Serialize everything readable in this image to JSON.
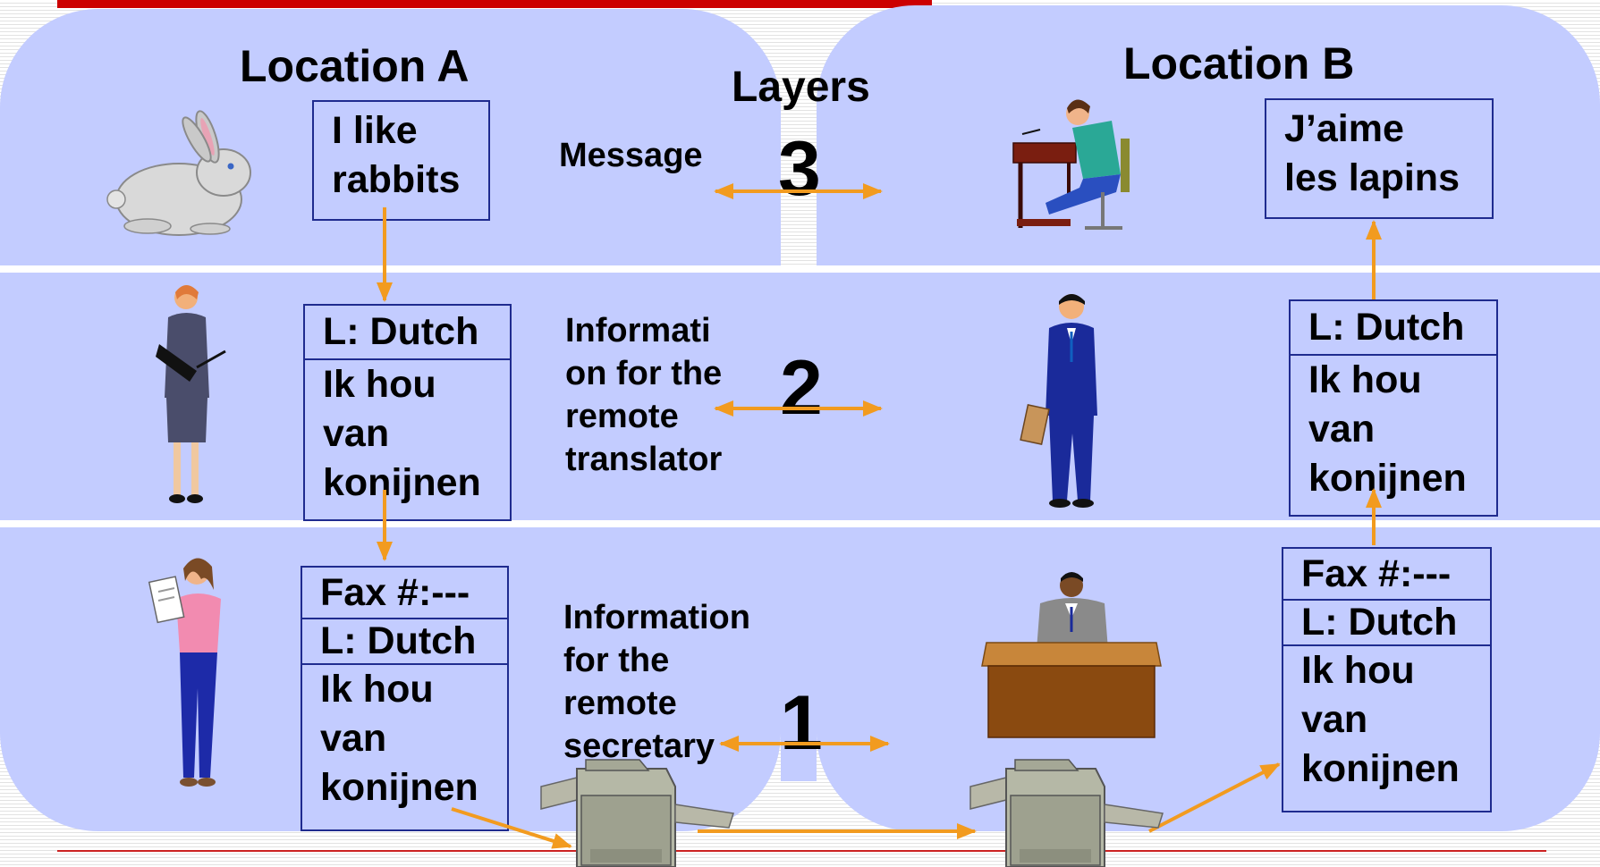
{
  "title_layers": "Layers",
  "location_a": {
    "title": "Location A",
    "message": [
      "I like",
      "rabbits"
    ],
    "translator_box": {
      "header": "L: Dutch",
      "lines": [
        "Ik hou",
        "van",
        "konijnen"
      ]
    },
    "fax_box": {
      "headers": [
        "Fax #:---",
        "L: Dutch"
      ],
      "lines": [
        "Ik hou",
        "van",
        "konijnen"
      ]
    }
  },
  "location_b": {
    "title": "Location B",
    "message": [
      "J’aime",
      "les lapins"
    ],
    "translator_box": {
      "header": "L: Dutch",
      "lines": [
        "Ik hou",
        "van",
        "konijnen"
      ]
    },
    "fax_box": {
      "headers": [
        "Fax #:---",
        "L: Dutch"
      ],
      "lines": [
        "Ik hou",
        "van",
        "konijnen"
      ]
    }
  },
  "layers": [
    {
      "number": "3",
      "label": "Message"
    },
    {
      "number": "2",
      "label": "Informati\non for the\nremote\ntranslator"
    },
    {
      "number": "1",
      "label": "Information\nfor the\nremote\nsecretary"
    }
  ],
  "colors": {
    "panel": "#c3ccff",
    "box_border": "#1f2b8f",
    "arrow": "#f29b1f",
    "accent_red": "#cc0000"
  },
  "icons": [
    "rabbit-icon",
    "businesswoman-icon",
    "secretary-icon",
    "fax-machine-icon",
    "writer-at-desk-icon",
    "businessman-icon",
    "man-at-desk-icon"
  ]
}
